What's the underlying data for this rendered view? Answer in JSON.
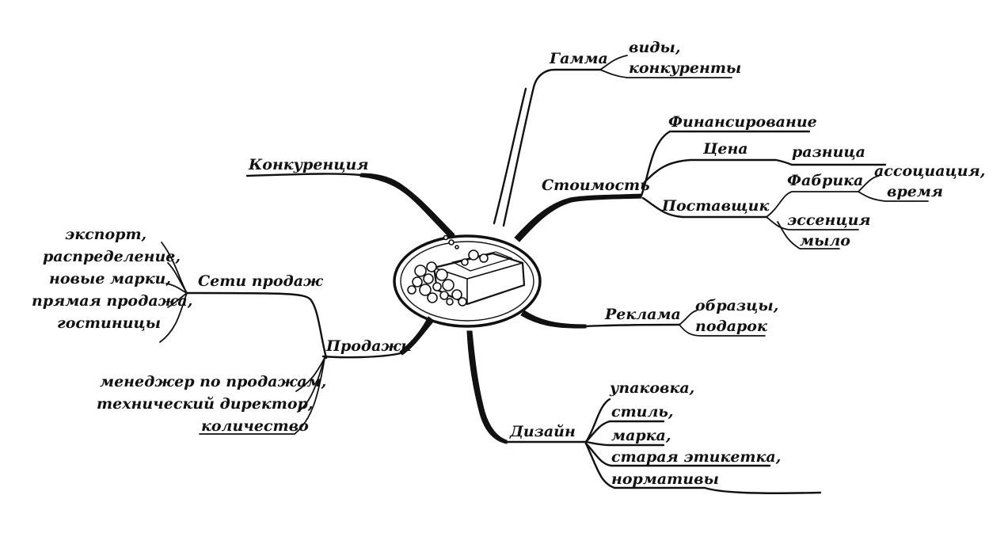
{
  "nodes": {
    "gamma": "Гамма",
    "gamma_items": [
      "виды,",
      "конкуренты"
    ],
    "stoimost": "Стоимость",
    "finansirovanie": "Финансирование",
    "tsena": "Цена",
    "raznitsa": "разница",
    "fabrika": "Фабрика",
    "fabrika_items": [
      "ассоциация,",
      "время"
    ],
    "postavshchik": "Поставщик",
    "postavshchik_items": [
      "эссенция",
      "мыло"
    ],
    "reklama": "Реклама",
    "reklama_items": [
      "образцы,",
      "подарок"
    ],
    "dizain": "Дизайн",
    "dizain_items": [
      "упаковка,",
      "стиль,",
      "марка,",
      "старая этикетка,",
      "нормативы"
    ],
    "konkurentsiya": "Конкуренция",
    "seti_prodazh": "Сети продаж",
    "seti_items": [
      "экспорт,",
      "распределение,",
      "новые марки,",
      "прямая продажа,",
      "гостиницы"
    ],
    "prodazhi": "Продажи",
    "prodazhi_items": [
      "менеджер по продажам,",
      "технический директор,",
      "количество"
    ]
  },
  "colors": {
    "ink": "#111111",
    "paper": "#ffffff"
  }
}
